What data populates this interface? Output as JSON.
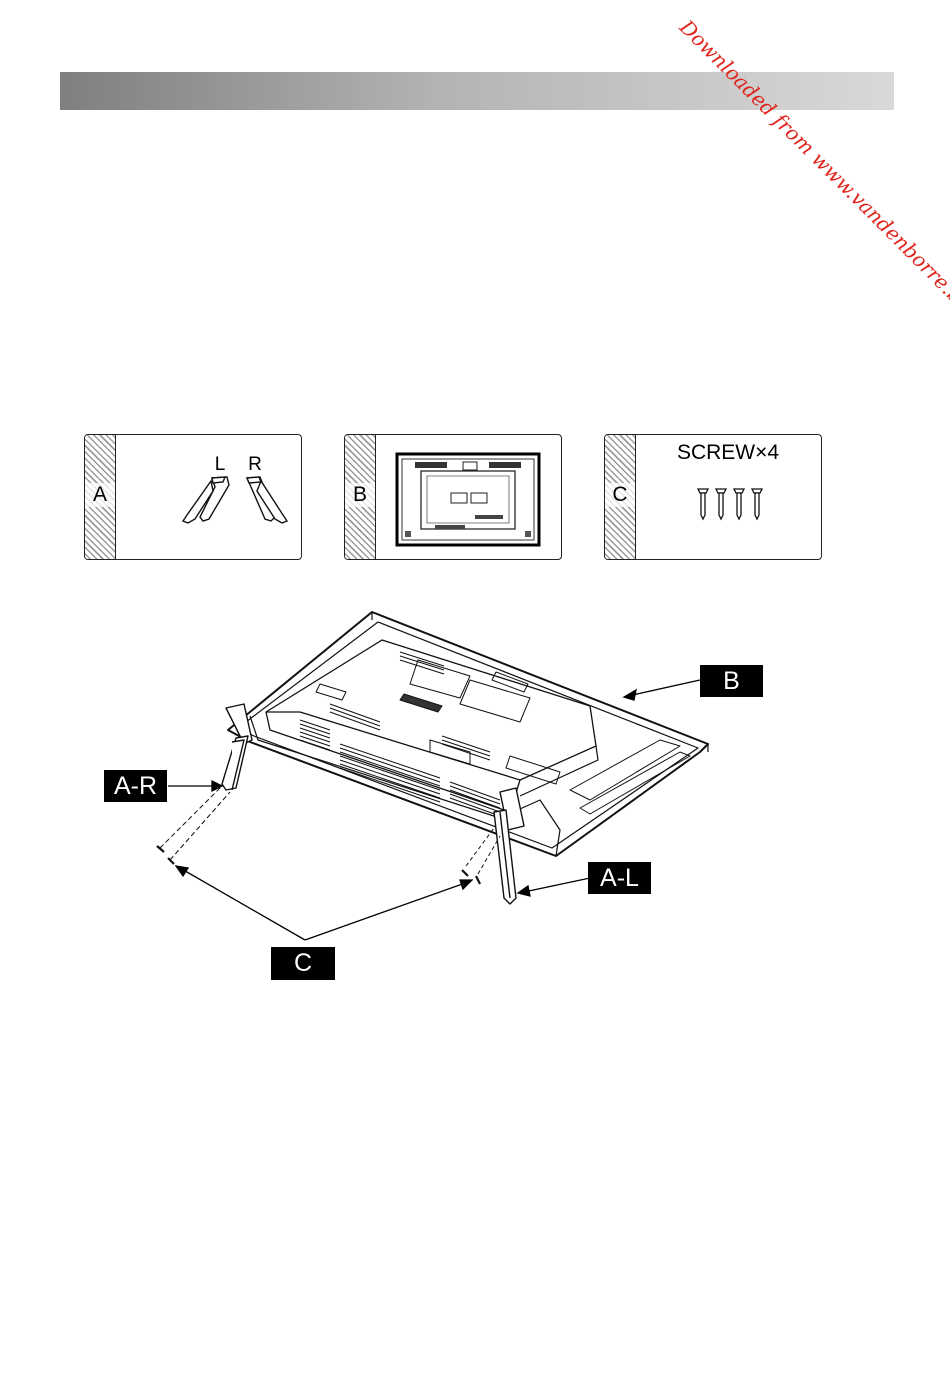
{
  "watermark": "Downloaded from www.vandenborre.be",
  "parts": [
    {
      "letter": "A",
      "left_label": "L",
      "right_label": "R"
    },
    {
      "letter": "B"
    },
    {
      "letter": "C",
      "label": "SCREW×4"
    }
  ],
  "callouts": {
    "b": "B",
    "ar": "A-R",
    "al": "A-L",
    "c": "C"
  }
}
